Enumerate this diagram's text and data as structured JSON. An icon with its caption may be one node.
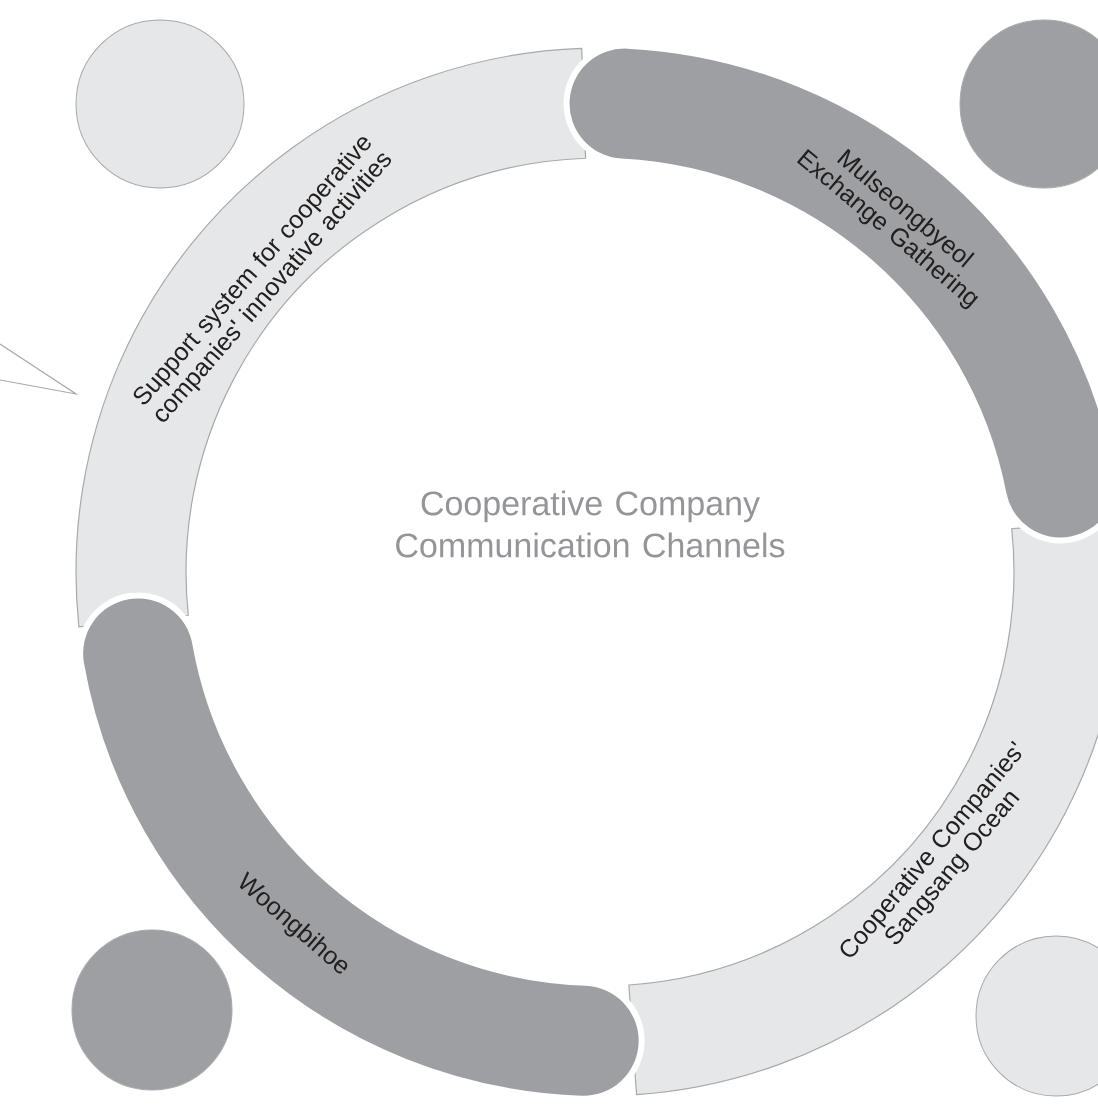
{
  "diagram": {
    "title": "Cooperative Company Communication Channels",
    "nodes": [
      {
        "text": [
          "Support system for cooperative companies' innovative activities"
        ]
      },
      {
        "text": [
          "Mulseongbyeol Exchange Gathering"
        ]
      },
      {
        "text": [
          "Cooperative Companies' Sangsang Ocean"
        ]
      },
      {
        "text": [
          "Woongbihoe"
        ]
      },
      {
        "text": [],
        "shape": "circle"
      },
      {
        "text": [],
        "shape": "circle"
      },
      {
        "text": [],
        "shape": "circle"
      },
      {
        "text": [],
        "shape": "circle"
      }
    ],
    "edges": []
  }
}
